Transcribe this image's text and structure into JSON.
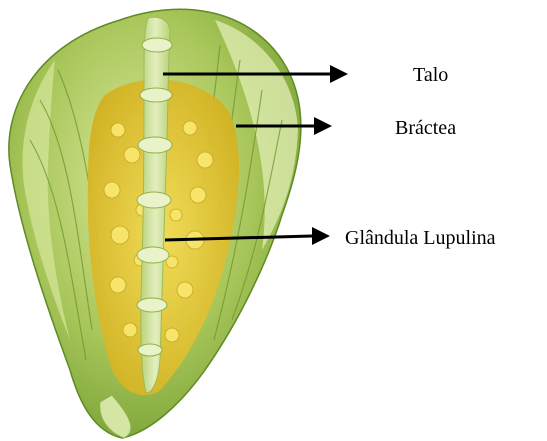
{
  "labels": {
    "stem": "Talo",
    "bract": "Bráctea",
    "gland": "Glândula Lupulina"
  },
  "icons": {
    "specimen": "hop-cone-cross-section-illustration",
    "pointer": "arrow-right-icon"
  },
  "colors": {
    "background": "#ffffff",
    "bract_dark": "#7fa436",
    "bract_light": "#c5dc85",
    "stem": "#d7e6a6",
    "lupulin": "#e8c92c",
    "arrow": "#000000"
  }
}
